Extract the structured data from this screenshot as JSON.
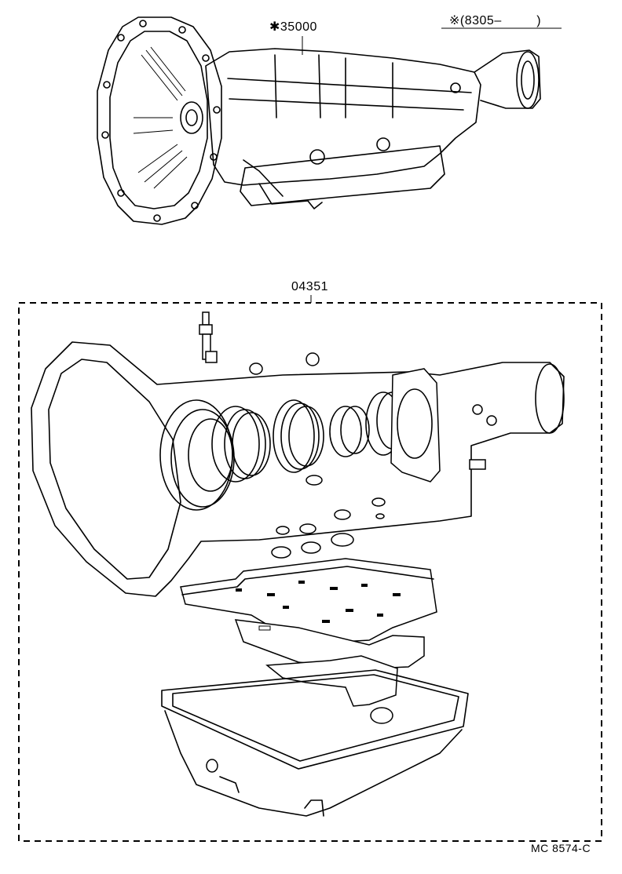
{
  "labels": {
    "assembly_part_no": "✱35000",
    "date_note": "※(8305–         )",
    "kit_part_no": "04351",
    "drawing_ref": "MC 8574-C"
  }
}
